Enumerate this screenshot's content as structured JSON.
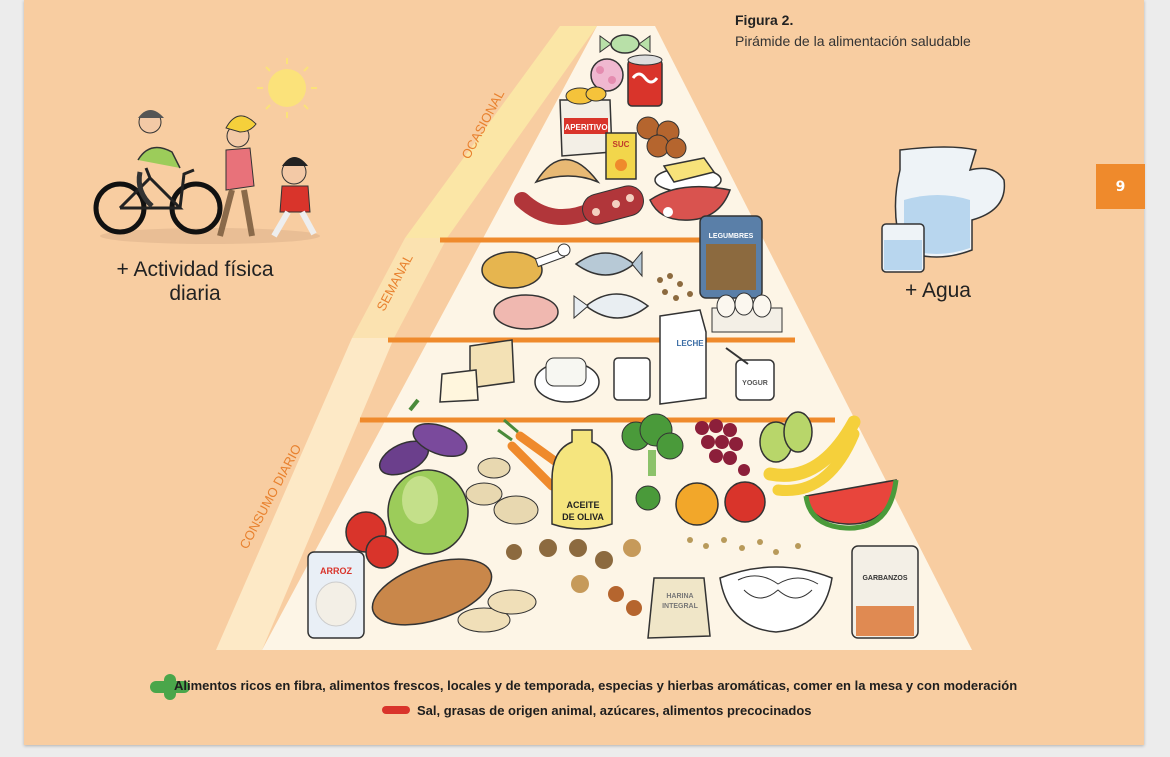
{
  "figure": {
    "title": "Figura 2.",
    "subtitle": "Pirámide de la alimentación saludable"
  },
  "page_number": "9",
  "activity_label": "+ Actividad física diaria",
  "water_label": "+ Agua",
  "pyramid": {
    "levels": [
      {
        "label": "OCASIONAL"
      },
      {
        "label": "SEMANAL"
      },
      {
        "label": "CONSUMO DIARIO"
      }
    ],
    "food_labels": {
      "aperitivo": "APERITIVO",
      "zumo": "SUC",
      "legumbres": "LEGUMBRES",
      "leche": "LECHE",
      "yogur": "YOGUR",
      "aceite_line1": "ACEITE",
      "aceite_line2": "DE OLIVA",
      "arroz": "ARROZ",
      "harina_line1": "HARINA",
      "harina_line2": "INTEGRAL",
      "garbanzos": "GARBANZOS"
    }
  },
  "legend": {
    "plus_text": "Alimentos ricos en fibra, alimentos frescos, locales y de temporada, especias y hierbas aromáticas, comer en la mesa y con moderación",
    "minus_text": "Sal, grasas de origen animal, azúcares, alimentos precocinados"
  },
  "colors": {
    "page_bg": "#f8cda1",
    "accent_orange": "#ef8a2c",
    "plus_green": "#4aa64a",
    "minus_red": "#d9342b",
    "pyramid_fill": "#fdf5e6",
    "band_fill": "#fbe6b0"
  },
  "icons": [
    "sun-icon",
    "cyclist-icon",
    "walking-woman-icon",
    "running-child-icon",
    "water-jug-icon",
    "water-glass-icon",
    "plus-icon",
    "minus-icon"
  ]
}
